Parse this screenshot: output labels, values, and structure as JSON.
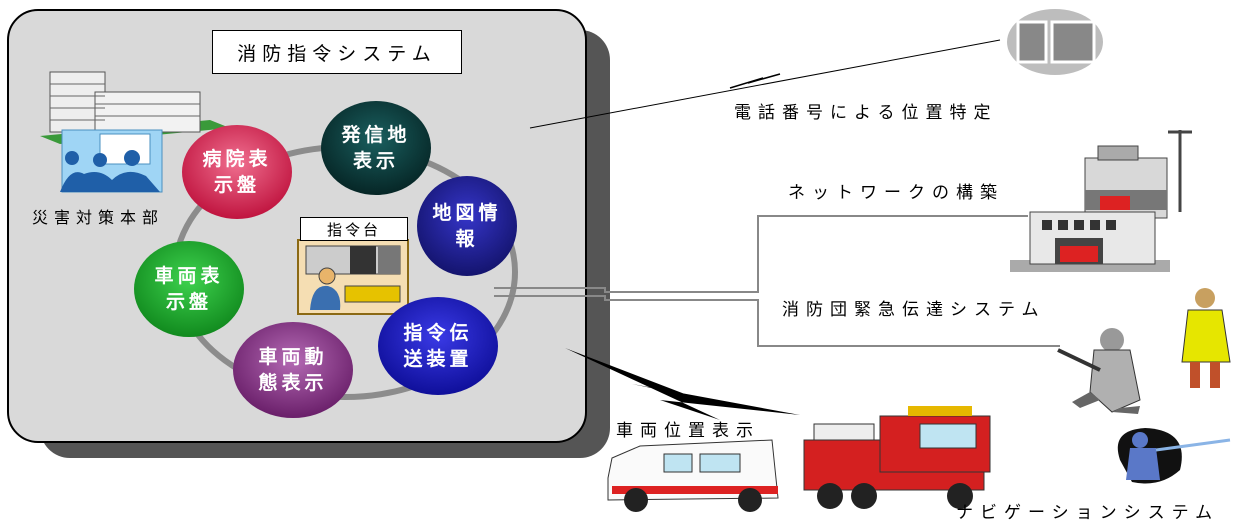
{
  "command_system": {
    "title": "消防指令システム",
    "console_label": "指令台",
    "hq_label": "災害対策本部"
  },
  "nodes": [
    {
      "key": "hospital",
      "line1": "病院表",
      "line2": "示盤",
      "color": "#cc1f4e"
    },
    {
      "key": "origin",
      "line1": "発信地",
      "line2": "表示",
      "color": "#0c3f3f"
    },
    {
      "key": "map",
      "line1": "地図情",
      "line2": "報",
      "color": "#1a1a8c"
    },
    {
      "key": "dispatch",
      "line1": "指令伝",
      "line2": "送装置",
      "color": "#1a1ab4"
    },
    {
      "key": "movement",
      "line1": "車両動",
      "line2": "態表示",
      "color": "#7a2b7a"
    },
    {
      "key": "vehicle",
      "line1": "車両表",
      "line2": "示盤",
      "color": "#1a9a2a"
    }
  ],
  "labels": {
    "phone_location": "電話番号による位置特定",
    "network": "ネットワークの構築",
    "fire_corps": "消防団緊急伝達システム",
    "vehicle_position": "車両位置表示",
    "navigation": "ナビゲーションシステム"
  },
  "icons": [
    "hq-building-icon",
    "meeting-icon",
    "control-console-icon",
    "phone-icon",
    "fire-station-icon",
    "firefighter-icon",
    "ambulance-icon",
    "fire-engine-icon"
  ]
}
